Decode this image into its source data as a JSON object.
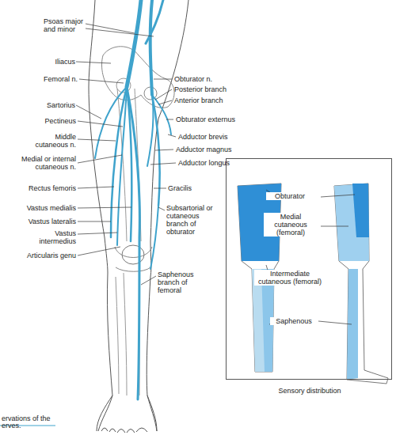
{
  "diagram": {
    "nodes": [
      {
        "text": [
          "Obturator",
          "Medial cutaneous (femoral)",
          "Intermediate cutaneous (femoral)",
          "Saphenous",
          "Sensory distribution"
        ]
      }
    ],
    "edges": [],
    "labels": [
      "Psoas major and minor",
      "Iliacus",
      "Femoral n.",
      "Sartorius",
      "Pectineus",
      "Middle cutaneous n.",
      "Medial or internal cutaneous n.",
      "Rectus femoris",
      "Vastus medialis",
      "Vastus lateralis",
      "Vastus intermedius",
      "Articularis genu",
      "Obturator n.",
      "Posterior branch",
      "Anterior branch",
      "Obturator externus",
      "Adductor brevis",
      "Adductor magnus",
      "Adductor longus",
      "Gracilis",
      "Subsartorial or cutaneous branch of obturator",
      "Saphenous branch of femoral",
      "ervations of the",
      "erves."
    ]
  }
}
